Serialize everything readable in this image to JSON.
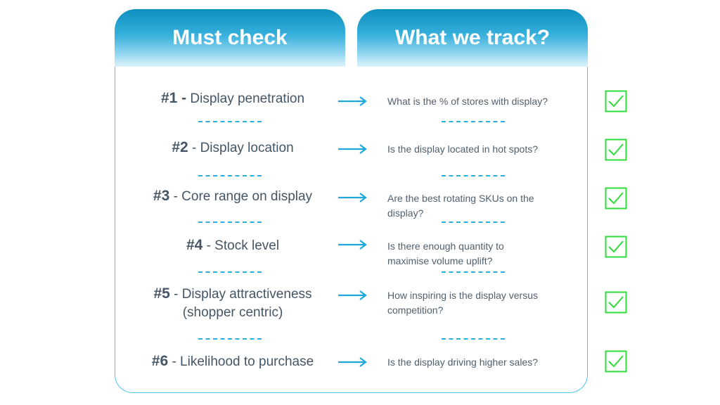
{
  "headers": {
    "left": "Must check",
    "right": "What we track?"
  },
  "rows": [
    {
      "number": "#1 -",
      "label": "Display penetration",
      "question": "What is the % of stores with display?",
      "checked": true
    },
    {
      "number": "#2",
      "label": "- Display location",
      "question": "Is the display located in hot spots?",
      "checked": true
    },
    {
      "number": "#3",
      "label": "- Core range on display",
      "question": "Are the best rotating SKUs on the display?",
      "checked": true
    },
    {
      "number": "#4",
      "label": "- Stock level",
      "question": "Is there enough quantity to maximise volume uplift?",
      "checked": true
    },
    {
      "number": "#5",
      "label": "- Display attractiveness (shopper centric)",
      "question": "How inspiring is the display versus competition?",
      "checked": true
    },
    {
      "number": "#6",
      "label": "- Likelihood to purchase",
      "question": "Is the display driving higher sales?",
      "checked": true
    }
  ],
  "colors": {
    "accent": "#1ea7db",
    "check": "#2fdc3a",
    "text": "#445565"
  },
  "icons": {
    "arrow": "right-arrow-icon",
    "check": "checkbox-checked-icon"
  }
}
